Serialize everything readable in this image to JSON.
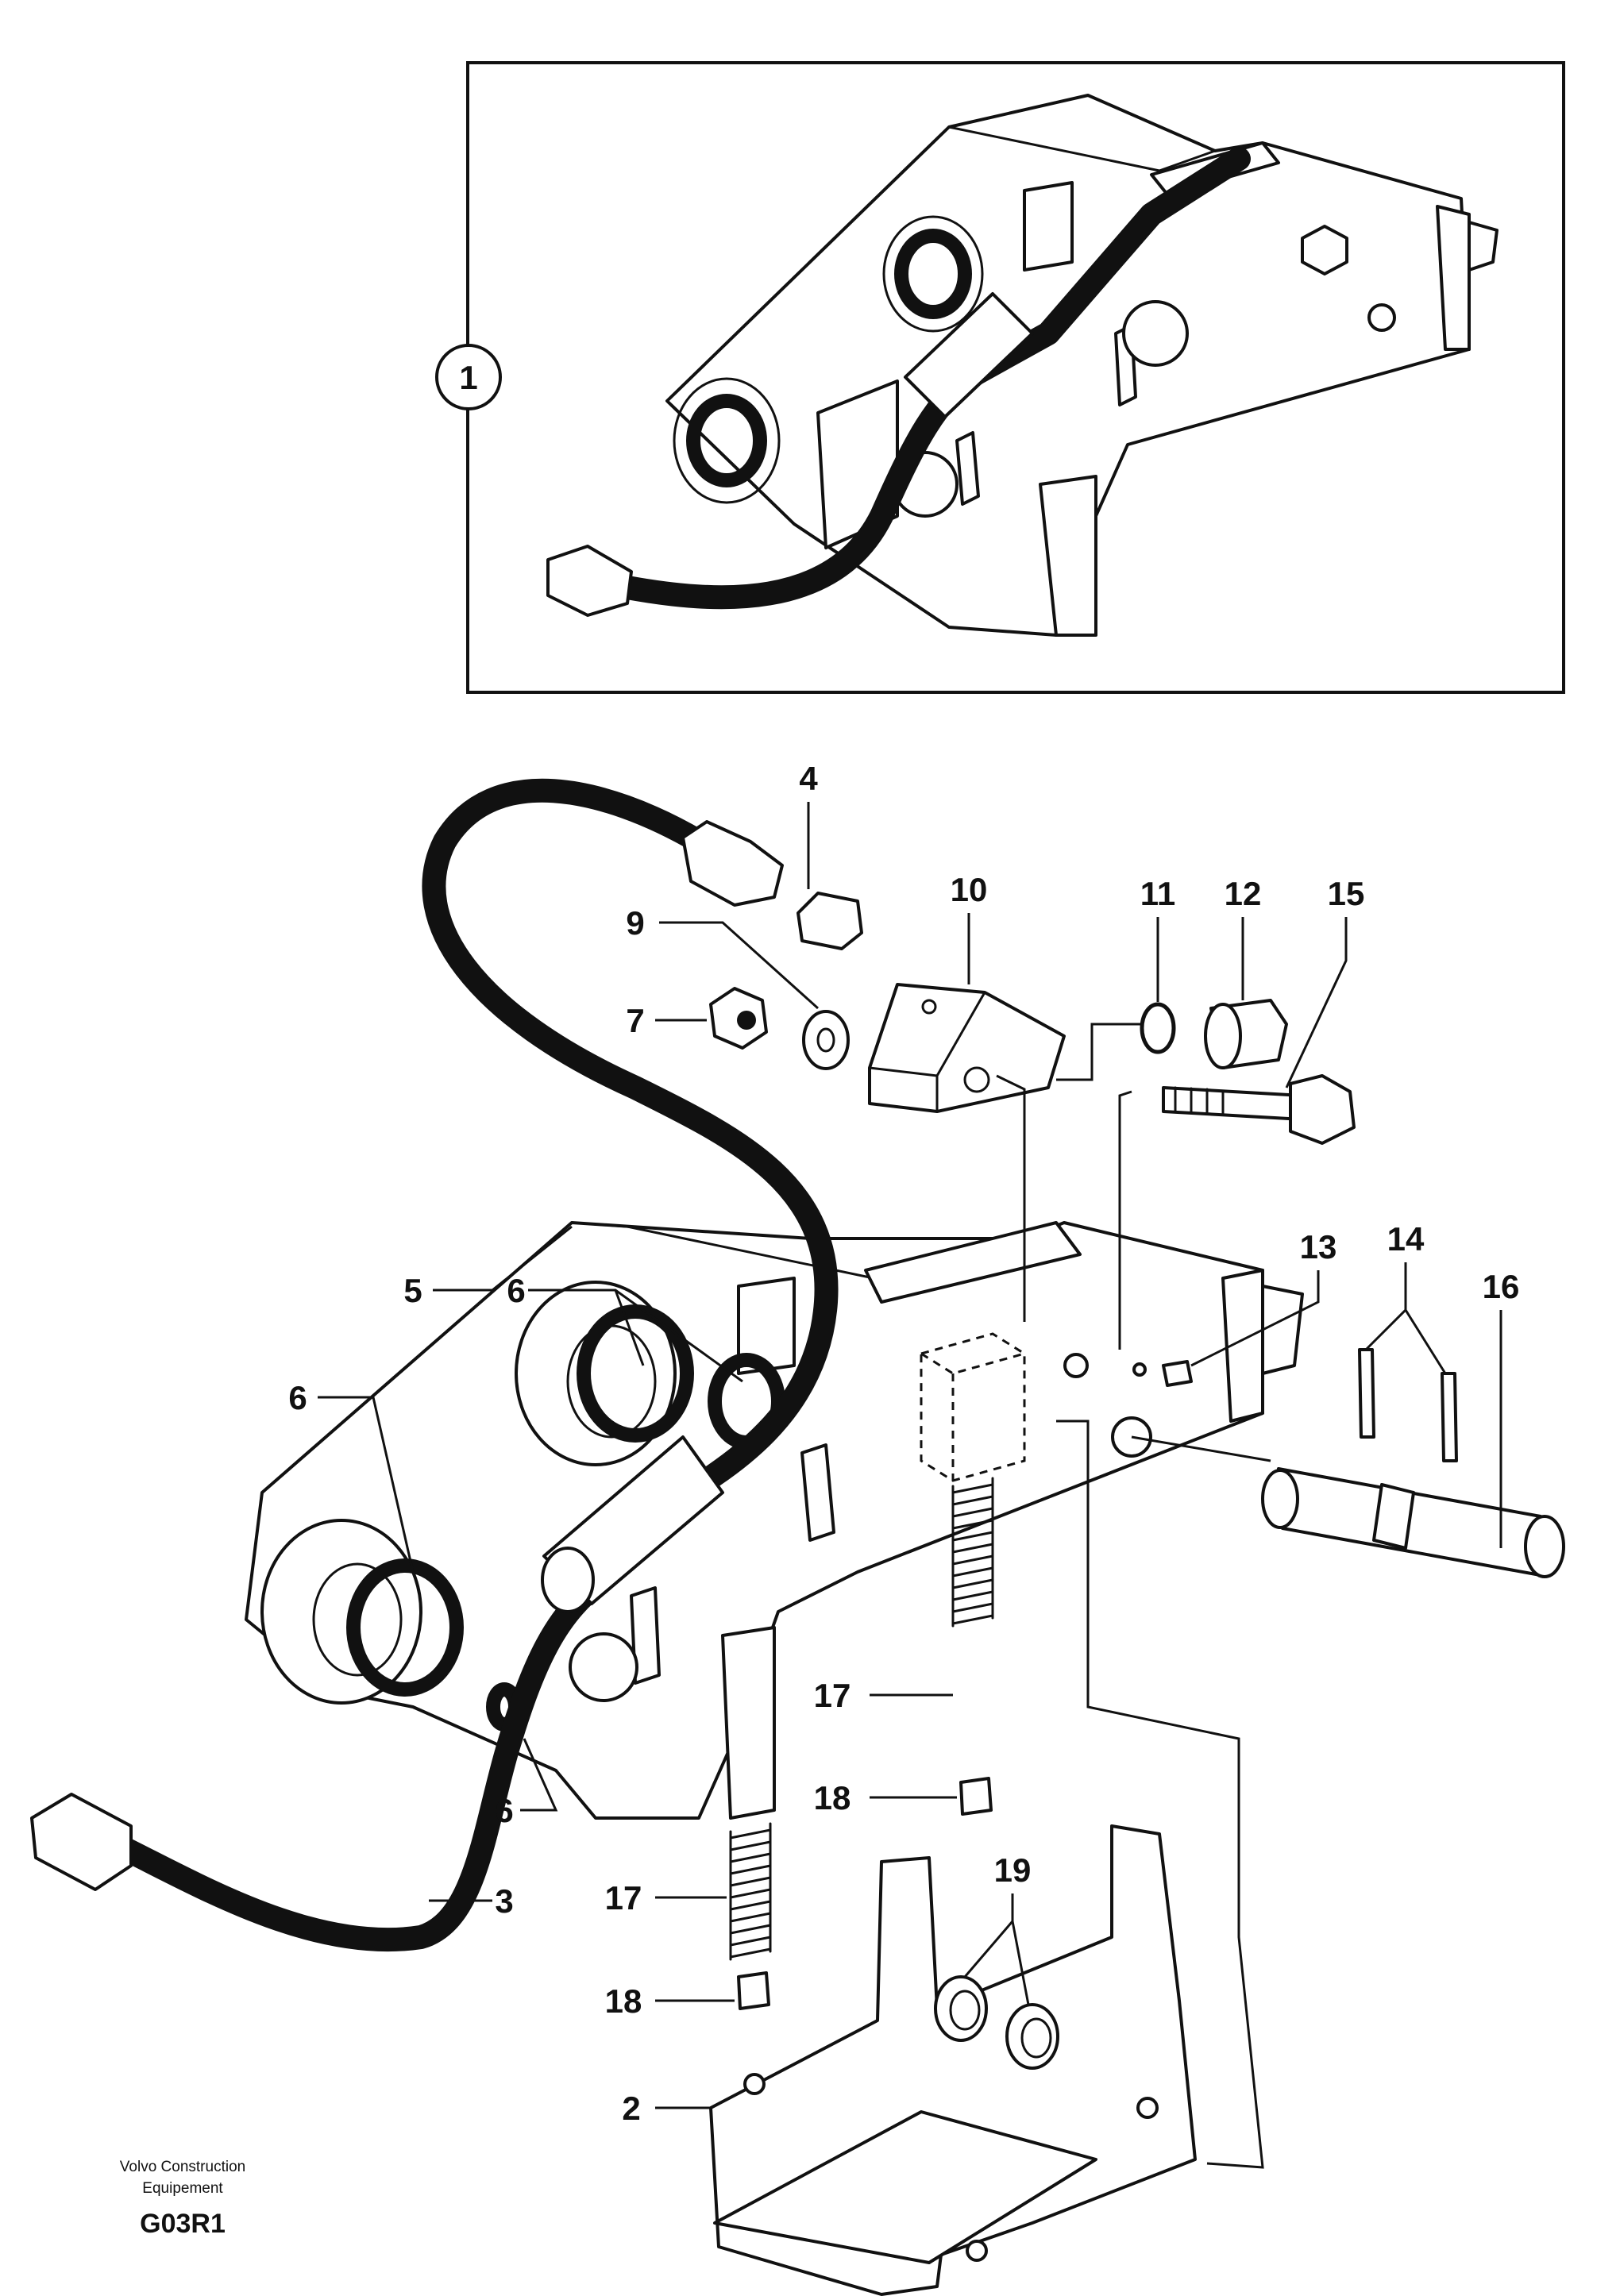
{
  "labels": {
    "p1": "1",
    "p2": "2",
    "p3": "3",
    "p4": "4",
    "p5": "5",
    "p6": "6",
    "p7": "7",
    "p9": "9",
    "p10": "10",
    "p11": "11",
    "p12": "12",
    "p13": "13",
    "p14": "14",
    "p15": "15",
    "p16": "16",
    "p17": "17",
    "p18": "18",
    "p19": "19"
  },
  "footer": {
    "brand_line1": "Volvo Construction",
    "brand_line2": "Equipement",
    "code": "G03R1"
  }
}
